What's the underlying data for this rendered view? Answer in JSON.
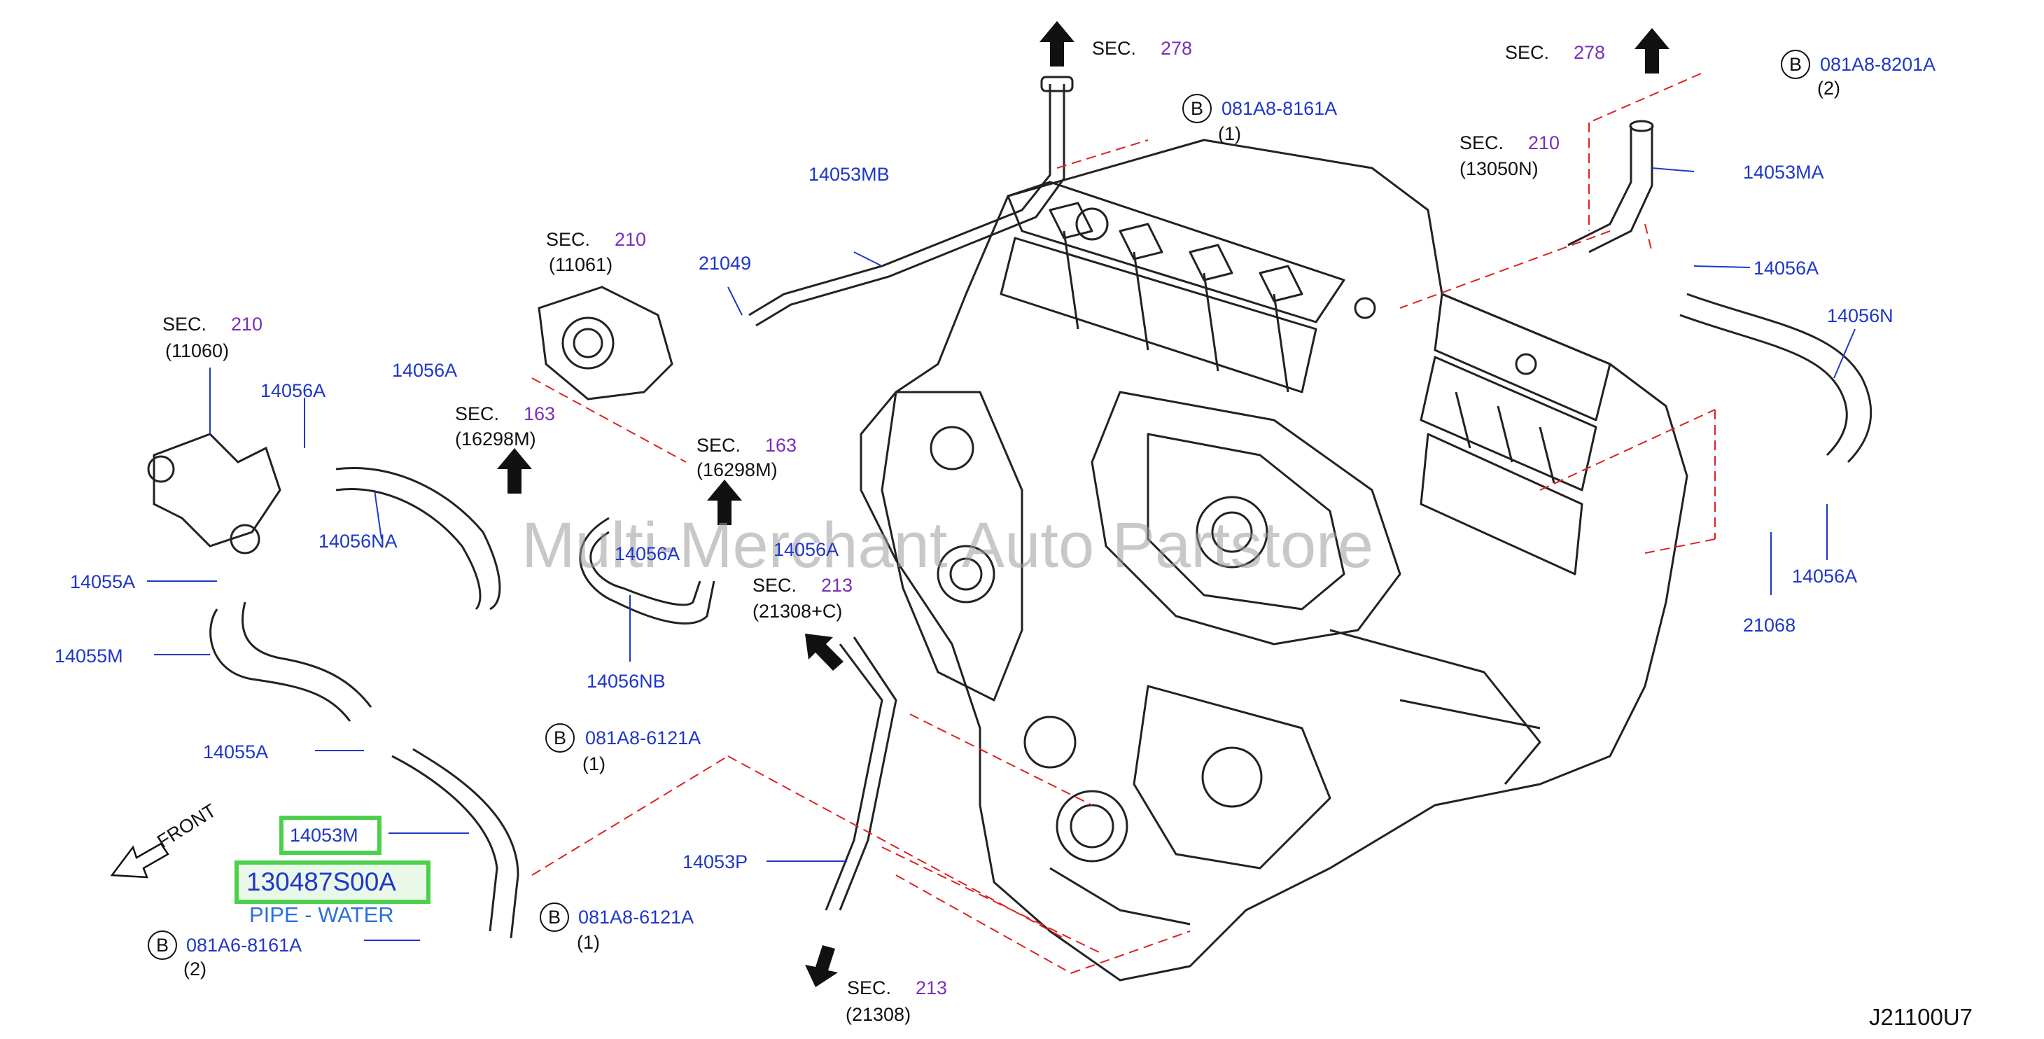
{
  "diagram": {
    "watermark": "Multi-Merchant Auto Partstore",
    "code": "J21100U7",
    "front_label": "FRONT",
    "highlight": {
      "part_label": "14053M",
      "part_number": "130487S00A",
      "description": "PIPE - WATER"
    },
    "sec_refs": [
      {
        "sec": "SEC.",
        "num": "278",
        "sub": ""
      },
      {
        "sec": "SEC.",
        "num": "278",
        "sub": ""
      },
      {
        "sec": "SEC.",
        "num": "210",
        "sub": "(13050N)"
      },
      {
        "sec": "SEC.",
        "num": "210",
        "sub": "(11061)"
      },
      {
        "sec": "SEC.",
        "num": "210",
        "sub": "(11060)"
      },
      {
        "sec": "SEC.",
        "num": "163",
        "sub": "(16298M)"
      },
      {
        "sec": "SEC.",
        "num": "163",
        "sub": "(16298M)"
      },
      {
        "sec": "SEC.",
        "num": "213",
        "sub": "(21308+C)"
      },
      {
        "sec": "SEC.",
        "num": "213",
        "sub": "(21308)"
      }
    ],
    "bolts": [
      {
        "letter": "B",
        "part": "081A8-8161A",
        "qty": "(1)"
      },
      {
        "letter": "B",
        "part": "081A8-8201A",
        "qty": "(2)"
      },
      {
        "letter": "B",
        "part": "081A8-6121A",
        "qty": "(1)"
      },
      {
        "letter": "B",
        "part": "081A8-6121A",
        "qty": "(1)"
      },
      {
        "letter": "B",
        "part": "081A6-8161A",
        "qty": "(2)"
      }
    ],
    "parts": [
      "14053MB",
      "21049",
      "14053MA",
      "14056A",
      "14056N",
      "14056A",
      "14056A",
      "14056NA",
      "14055A",
      "14055M",
      "14056A",
      "14056A",
      "14056NB",
      "14055A",
      "14053P",
      "14056A",
      "21068"
    ]
  }
}
